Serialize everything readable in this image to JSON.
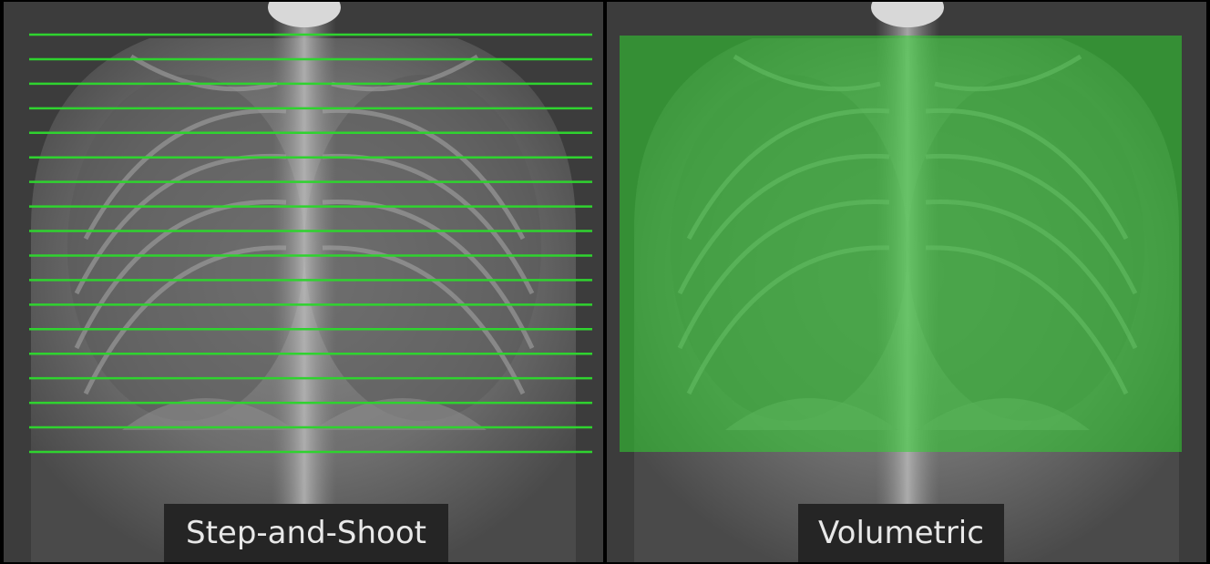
{
  "panels": [
    {
      "label": "Step-and-Shoot",
      "slice_count": 18
    },
    {
      "label": "Volumetric"
    }
  ],
  "colors": {
    "highlight": "#2fd32f",
    "caption_background": "#252525",
    "caption_text": "#e8e8e8",
    "divider": "#000000"
  }
}
